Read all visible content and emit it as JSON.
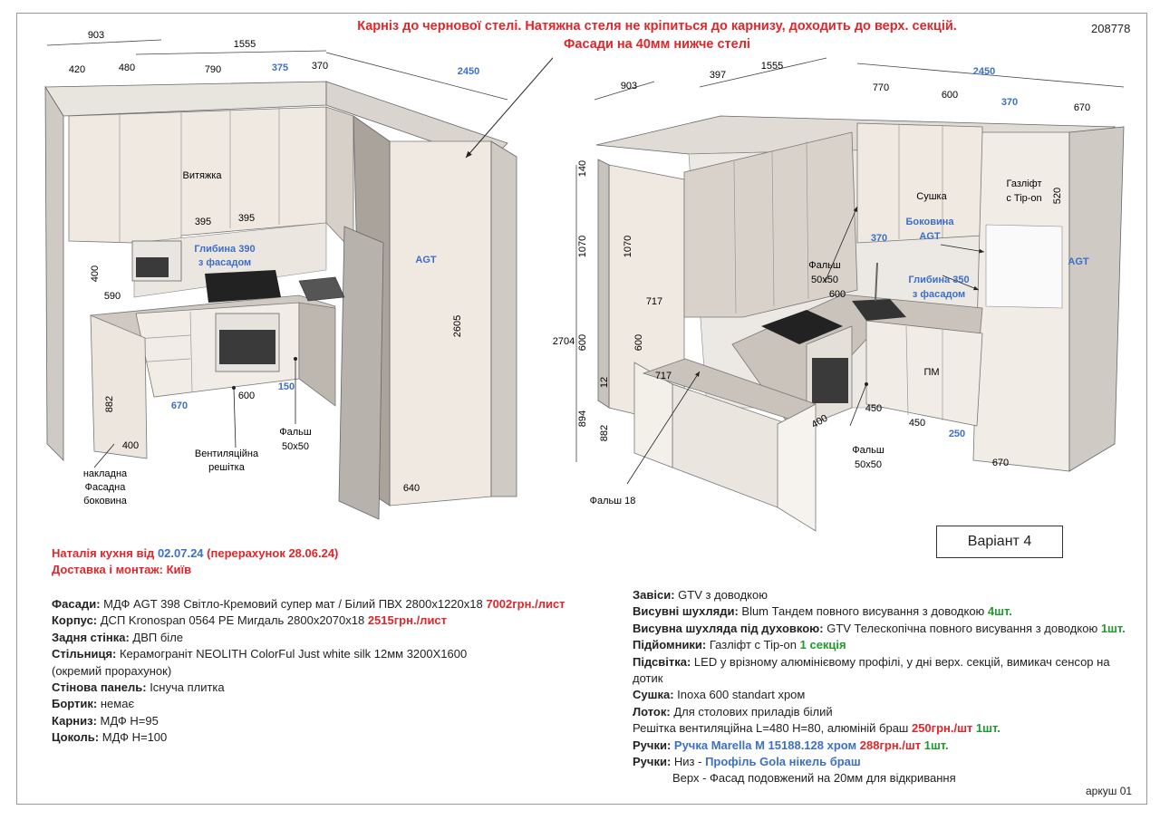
{
  "header": {
    "note_line1": "Карніз до чернової стелі. Натяжна стеля не кріпиться до карнизу, доходить до верх. секцій.",
    "note_line2": "Фасади на 40мм нижче стелі",
    "code": "208778"
  },
  "left_view": {
    "dims": {
      "d903": "903",
      "d1555": "1555",
      "d2450": "2450",
      "d420": "420",
      "d480": "480",
      "d790": "790",
      "d375": "375",
      "d370": "370",
      "d395a": "395",
      "d395b": "395",
      "d400a": "400",
      "d590": "590",
      "d670": "670",
      "d600": "600",
      "d150": "150",
      "d882": "882",
      "d400b": "400",
      "d2605": "2605",
      "d640": "640"
    },
    "labels": {
      "hood": "Витяжка",
      "depth_line1": "Глибина 390",
      "depth_line2": "з фасадом",
      "agt": "AGT",
      "false_panel_line1": "Фальш",
      "false_panel_line2": "50x50",
      "vent_line1": "Вентиляційна",
      "vent_line2": "решітка",
      "overlay_line1": "накладна",
      "overlay_line2": "Фасадна",
      "overlay_line3": "боковина"
    }
  },
  "right_view": {
    "dims": {
      "d903": "903",
      "d397": "397",
      "d1555": "1555",
      "d2450": "2450",
      "d770": "770",
      "d600a": "600",
      "d370a": "370",
      "d670a": "670",
      "d140": "140",
      "d1070a": "1070",
      "d1070b": "1070",
      "d520": "520",
      "d370b": "370",
      "d717a": "717",
      "d717b": "717",
      "d2704": "2704",
      "d600b": "600",
      "d600c": "600",
      "d600d": "600",
      "d894": "894",
      "d12": "12",
      "d882": "882",
      "d400": "400",
      "d450a": "450",
      "d450b": "450",
      "d250": "250",
      "d670b": "670"
    },
    "labels": {
      "dryer": "Сушка",
      "gaslift_line1": "Газліфт",
      "gaslift_line2": "с Tip-on",
      "side_line1": "Боковина",
      "side_line2": "AGT",
      "depth_line1": "Глибина 350",
      "depth_line2": "з фасадом",
      "agt": "AGT",
      "false1_line1": "Фальш",
      "false1_line2": "50x50",
      "false2_line1": "Фальш",
      "false2_line2": "50x50",
      "false18": "Фальш 18",
      "dishwasher": "ПМ"
    }
  },
  "variant": "Варіант 4",
  "order": {
    "title_prefix": "Наталія кухня від ",
    "date": "02.07.24",
    "recalc": " (перерахунок 28.06.24)",
    "delivery": "Доставка і монтаж: Київ"
  },
  "specs_left": [
    {
      "label": "Фасади:",
      "text": " МДФ AGT 398 Світло-Кремовий супер мат / Білий ПВХ 2800x1220x18 ",
      "price": "7002грн./лист"
    },
    {
      "label": "Корпус:",
      "text": " ДСП Kronospan 0564 PE Мигдаль 2800x2070x18 ",
      "price": "2515грн./лист"
    },
    {
      "label": "Задня стінка:",
      "text": " ДВП біле",
      "price": ""
    },
    {
      "label": "Стільниця:",
      "text": " Керамограніт NEOLITH ColorFul Just white silk 12мм 3200X1600",
      "price": ""
    },
    {
      "label": "",
      "text": "(окремий прорахунок)",
      "price": ""
    },
    {
      "label": "Стінова панель:",
      "text": " Існуча плитка",
      "price": ""
    },
    {
      "label": "Бортик:",
      "text": " немає",
      "price": ""
    },
    {
      "label": "Карниз:",
      "text": " МДФ Н=95",
      "price": ""
    },
    {
      "label": "Цоколь:",
      "text": " МДФ Н=100",
      "price": ""
    }
  ],
  "specs_right": {
    "hinges_label": "Завіси:",
    "hinges_text": " GTV з доводкою",
    "drawers_label": "Висувні шухляди:",
    "drawers_text": " Blum Тандем повного висування з доводкою ",
    "drawers_qty": "4шт.",
    "oven_drawer_label": "Висувна шухляда під духовкою:",
    "oven_drawer_text": " GTV Телескопічна повного висування з доводкою ",
    "oven_drawer_qty": "1шт.",
    "lifts_label": "Підйомники:",
    "lifts_text": " Газліфт с Tip-on ",
    "lifts_qty": "1 секція",
    "light_label": "Підсвітка:",
    "light_text": " LED у врізному алюмінієвому профілі, у дні верх. секцій, вимикач сенсор на",
    "light_text2": "дотик",
    "dryer_label": "Сушка:",
    "dryer_text": " Inoxa 600 standart хром",
    "tray_label": "Лоток:",
    "tray_text": " Для столових приладів білий",
    "grille_text": "Решітка вентиляційна L=480 H=80, алюміній браш ",
    "grille_price": "250грн./шт",
    "grille_qty": " 1шт.",
    "handles_label": "Ручки:",
    "handles_model": " Ручка Marella M 15188.128 хром ",
    "handles_price": "288грн./шт",
    "handles_qty": " 1шт.",
    "handles2_label": "Ручки:",
    "handles2_text": " Низ - ",
    "handles2_profile": "Профіль Gola нікель браш",
    "handles2_top": "Верх - Фасад подовжений на 20мм для відкривання"
  },
  "sheet": "аркуш 01"
}
